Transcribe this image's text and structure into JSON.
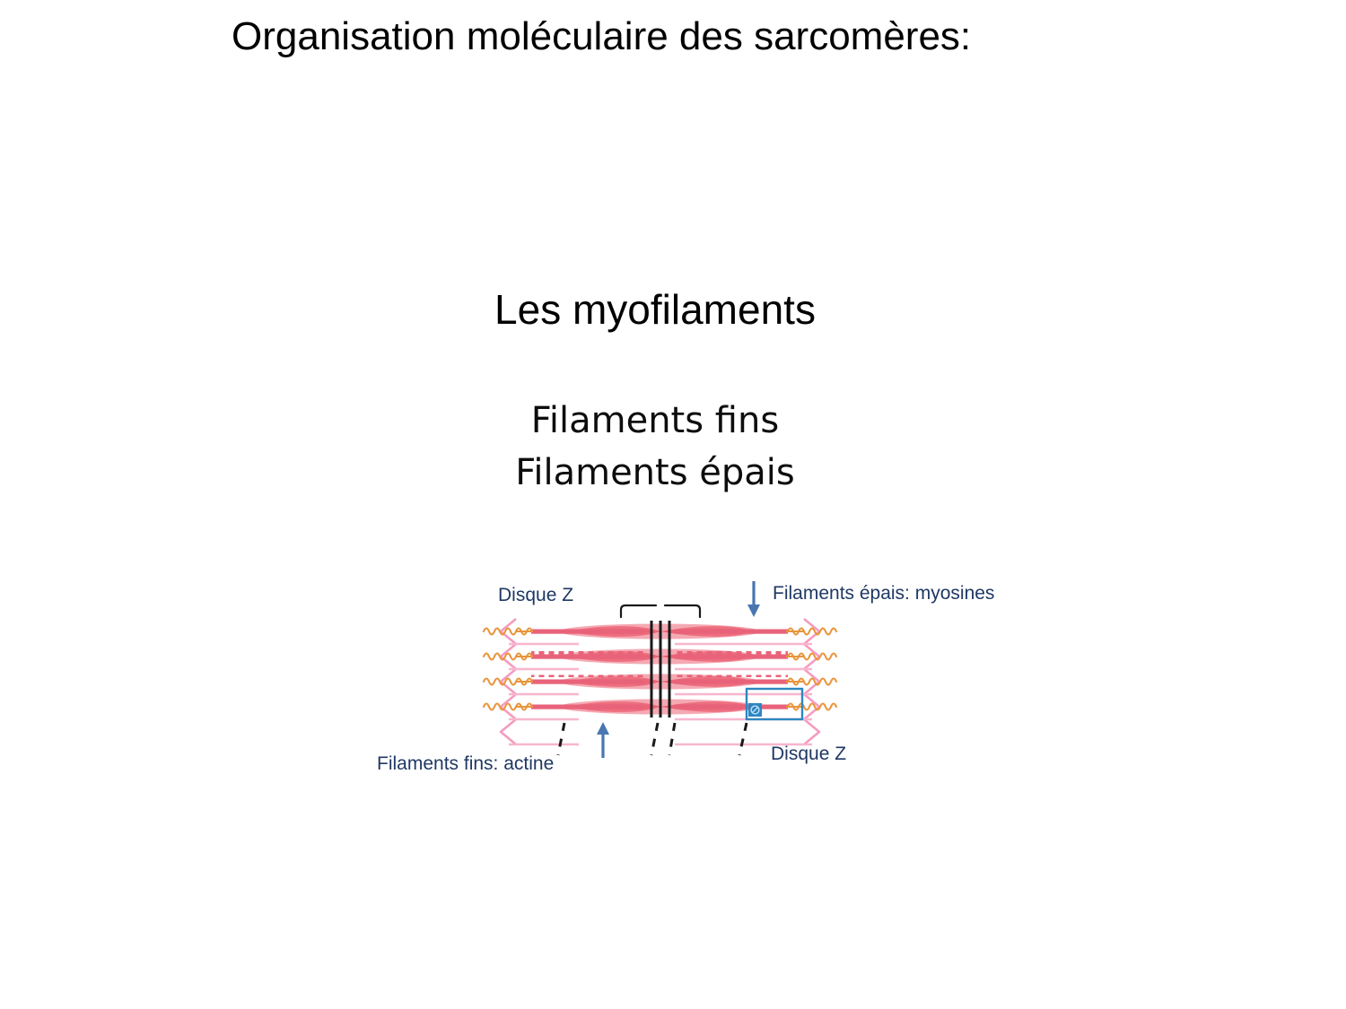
{
  "slide": {
    "title": "Organisation moléculaire des sarcomères:",
    "heading": "Les myofilaments",
    "subheadings": [
      "Filaments fins",
      "Filaments épais"
    ]
  },
  "figure": {
    "name": "sarcomere-myofilament-diagram",
    "labels": {
      "z_disc_top_left": "Disque Z",
      "thick_filaments": "Filaments épais: myosines",
      "thin_filaments": "Filaments fins: actine",
      "z_disc_bottom_right": "Disque Z"
    },
    "annotation_arrows": [
      {
        "name": "thick-filament-arrow",
        "direction": "down"
      },
      {
        "name": "thin-filament-arrow",
        "direction": "up"
      }
    ],
    "structure": {
      "rows": 4,
      "thin_filament_color": "#E8637A",
      "thick_filament_color": "#EF6D7C",
      "z_disc_color": "#F59CC0",
      "titin_color": "#E8953C",
      "m_line_color": "#1A1A1A",
      "label_color": "#1F3864",
      "arrow_color": "#4876B0",
      "selection_box_color": "#2E86C1"
    },
    "selection": {
      "name": "media-selection-box",
      "icon": "media-badge-icon"
    }
  }
}
